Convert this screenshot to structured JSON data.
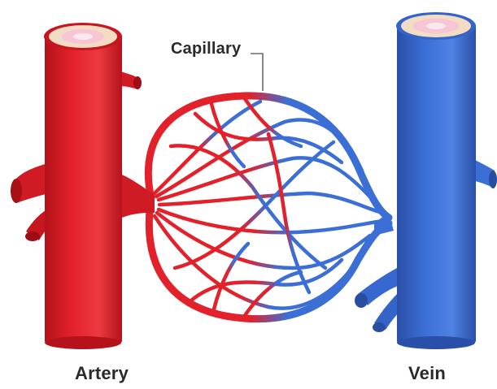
{
  "labels": {
    "capillary": "Capillary",
    "artery": "Artery",
    "vein": "Vein"
  },
  "colors": {
    "artery": "#e3212b",
    "artery_dark": "#b5121b",
    "vein": "#3b6fd6",
    "vein_dark": "#2a4fa8",
    "vessel_wall": "#f3dcc4",
    "lumen": "#f6c6d6",
    "background": "#ffffff"
  }
}
